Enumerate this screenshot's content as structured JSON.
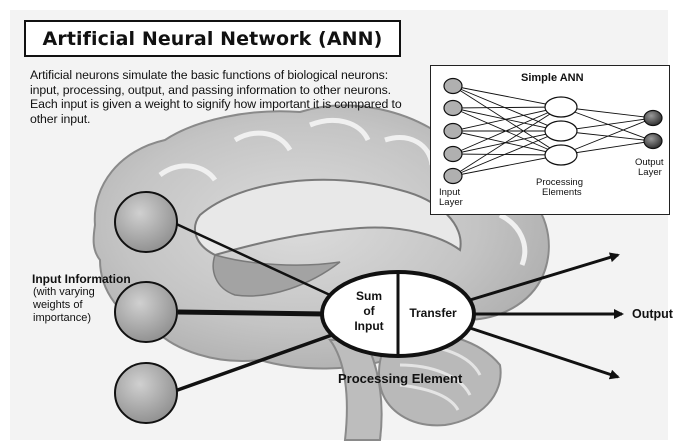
{
  "title": "Artificial Neural Network (ANN)",
  "intro": "Artificial neurons simulate the basic functions of biological neurons: input, processing, output, and passing information to other neurons. Each input is given a weight to signify how important it is compared to other input.",
  "input_info": {
    "heading": "Input Information",
    "line1": "(with varying",
    "line2": "weights of",
    "line3": "importance)"
  },
  "processing_element": {
    "sum_line1": "Sum",
    "sum_line2": "of",
    "sum_line3": "Input",
    "transfer": "Transfer",
    "caption": "Processing Element"
  },
  "output_label": "Output",
  "simple_ann": {
    "title": "Simple ANN",
    "input_layer_line1": "Input",
    "input_layer_line2": "Layer",
    "processing_line1": "Processing",
    "processing_line2": "Elements",
    "output_layer_line1": "Output",
    "output_layer_line2": "Layer"
  },
  "colors": {
    "brain_fill": "#c9c9c9",
    "brain_dark": "#9a9a9a",
    "input_node": "#a8a8a8",
    "output_node": "#444444"
  }
}
